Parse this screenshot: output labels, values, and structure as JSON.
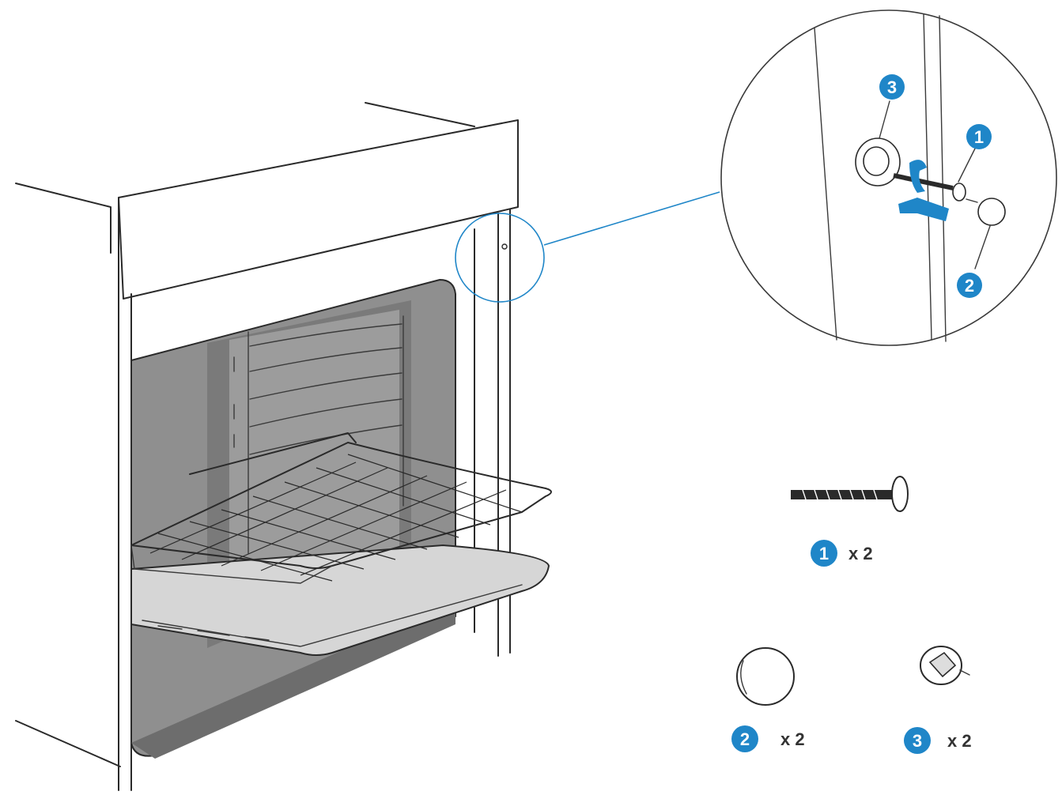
{
  "colors": {
    "accent_blue": "#1f86c8",
    "line": "#2a2a2a",
    "cavity_gray": "#8f8f8f",
    "cavity_dark": "#6d6d6d",
    "tray_gray": "#d4d4d4"
  },
  "callouts": [
    {
      "number": "1",
      "part": "screw"
    },
    {
      "number": "2",
      "part": "cover-cap"
    },
    {
      "number": "3",
      "part": "fixing-clip"
    }
  ],
  "parts_list": [
    {
      "number": "1",
      "quantity": "x 2",
      "icon": "screw-icon"
    },
    {
      "number": "2",
      "quantity": "x 2",
      "icon": "cap-icon"
    },
    {
      "number": "3",
      "quantity": "x 2",
      "icon": "clip-icon"
    }
  ]
}
